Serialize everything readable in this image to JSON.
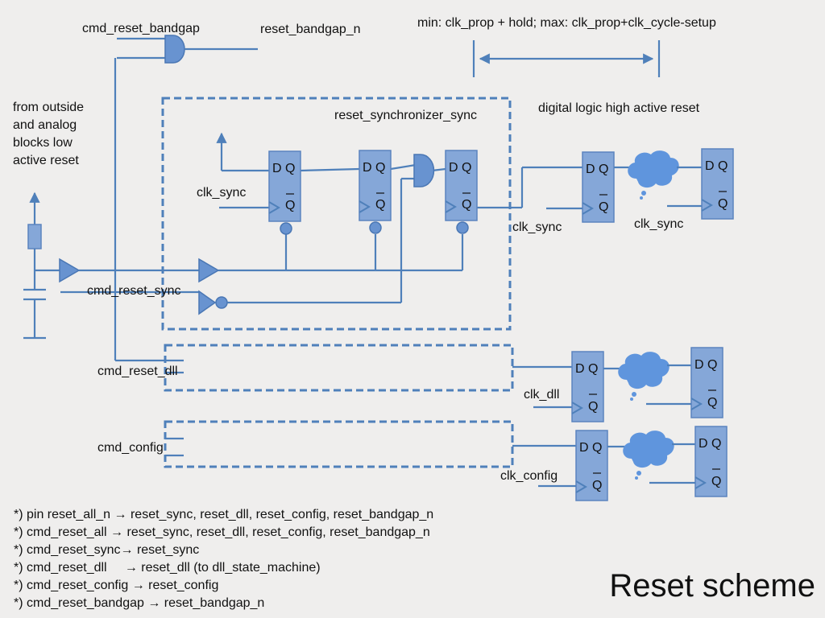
{
  "title": "Reset scheme",
  "labels": {
    "cmd_reset_bandgap": "cmd_reset_bandgap",
    "reset_bandgap_n": "reset_bandgap_n",
    "timing": "min: clk_prop + hold; max: clk_prop+clk_cycle-setup",
    "from_outside": [
      "from outside",
      "and analog",
      "blocks low",
      "active reset"
    ],
    "reset_synchronizer_sync": "reset_synchronizer_sync",
    "digital_logic": "digital logic high active reset",
    "clk_sync": "clk_sync",
    "cmd_reset_sync": "cmd_reset_sync",
    "cmd_reset_dll": "cmd_reset_dll",
    "clk_dll": "clk_dll",
    "cmd_config": "cmd_config",
    "clk_config": "clk_config"
  },
  "flipflop": {
    "d": "D",
    "q": "Q",
    "qbar": "Q"
  },
  "notes": [
    "*) pin reset_all_n → reset_sync, reset_dll, reset_config, reset_bandgap_n",
    "*) cmd_reset_all → reset_sync, reset_dll, reset_config, reset_bandgap_n",
    "*) cmd_reset_sync→ reset_sync",
    "*) cmd_reset_dll     → reset_dll (to dll_state_machine)",
    "*) cmd_reset_config → reset_config",
    "*) cmd_reset_bandgap → reset_bandgap_n"
  ],
  "colors": {
    "background": "#efeeed",
    "wire": "#4f80ba",
    "flipflop": "#85a7d8",
    "cloud": "#5f95dd"
  }
}
